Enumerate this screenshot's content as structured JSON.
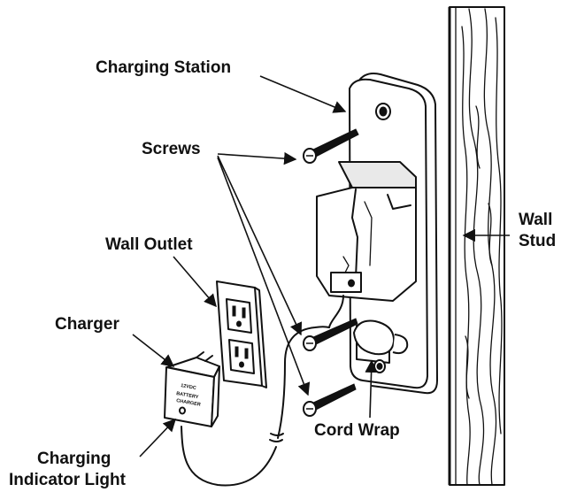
{
  "labels": {
    "charging_station": "Charging Station",
    "screws": "Screws",
    "wall_outlet": "Wall Outlet",
    "charger": "Charger",
    "charging_indicator_line1": "Charging",
    "charging_indicator_line2": "Indicator Light",
    "cord_wrap": "Cord Wrap",
    "wall_line1": "Wall",
    "wall_line2": "Stud"
  },
  "charger_face_text": {
    "line1": "12VDC",
    "line2": "BATTERY",
    "line3": "CHARGER"
  },
  "colors": {
    "ink": "#111111",
    "background": "#ffffff"
  }
}
